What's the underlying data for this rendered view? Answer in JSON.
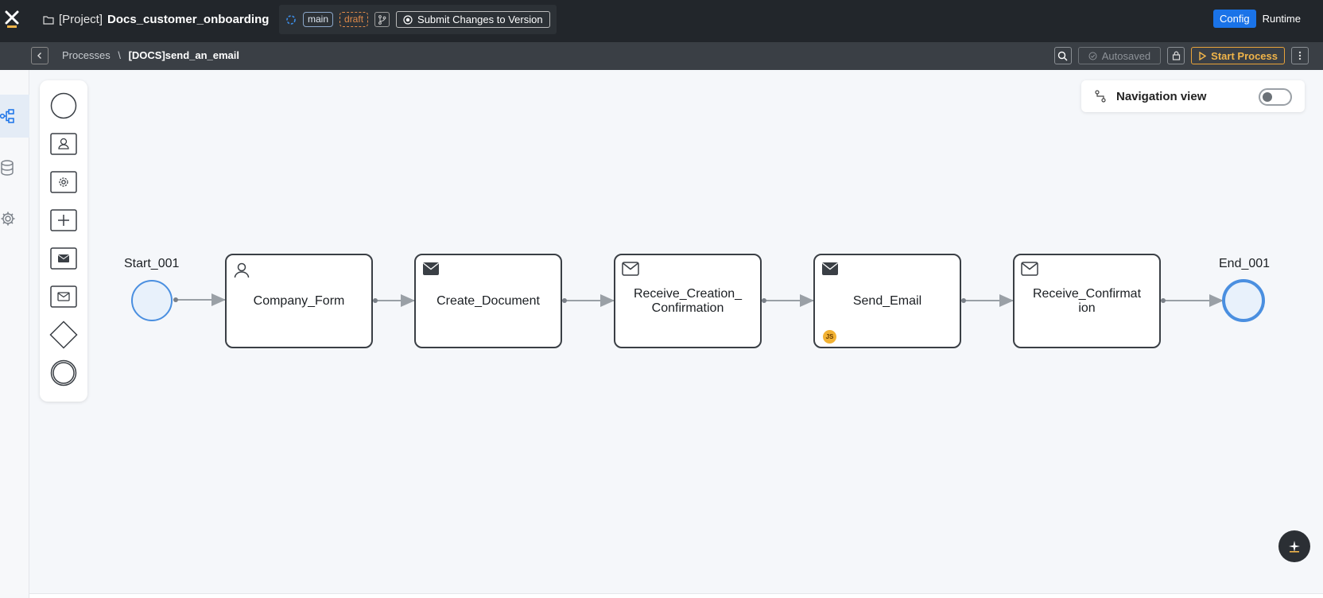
{
  "header": {
    "project_prefix": "[Project]",
    "project_name": "Docs_customer_onboarding",
    "branch": "main",
    "status": "draft",
    "submit_label": "Submit Changes to Version",
    "mode_config": "Config",
    "mode_runtime": "Runtime"
  },
  "subheader": {
    "breadcrumb_root": "Processes",
    "breadcrumb_sep": "\\",
    "breadcrumb_current": "[DOCS]send_an_email",
    "autosave_label": "Autosaved",
    "start_label": "Start Process"
  },
  "nav_view": {
    "label": "Navigation view",
    "enabled": false
  },
  "palette": [
    "start-event",
    "user-task",
    "service-task",
    "subprocess",
    "send-message-task",
    "receive-message-task",
    "exclusive-gateway",
    "end-event"
  ],
  "process": {
    "start_event": "Start_001",
    "end_event": "End_001",
    "tasks": [
      {
        "label": "Company_Form",
        "icon": "user-icon"
      },
      {
        "label": "Create_Document",
        "icon": "envelope-filled-icon"
      },
      {
        "label": "Receive_Creation_\nConfirmation",
        "icon": "envelope-outline-icon"
      },
      {
        "label": "Send_Email",
        "icon": "envelope-filled-icon",
        "badge": "JS"
      },
      {
        "label": "Receive_Confirmat\nion",
        "icon": "envelope-outline-icon"
      }
    ]
  },
  "colors": {
    "accent": "#1a73e8",
    "start_button": "#f0b449",
    "draft": "#e08a4a",
    "event_fill": "#e8f1fb",
    "event_stroke": "#4a8fe0"
  }
}
